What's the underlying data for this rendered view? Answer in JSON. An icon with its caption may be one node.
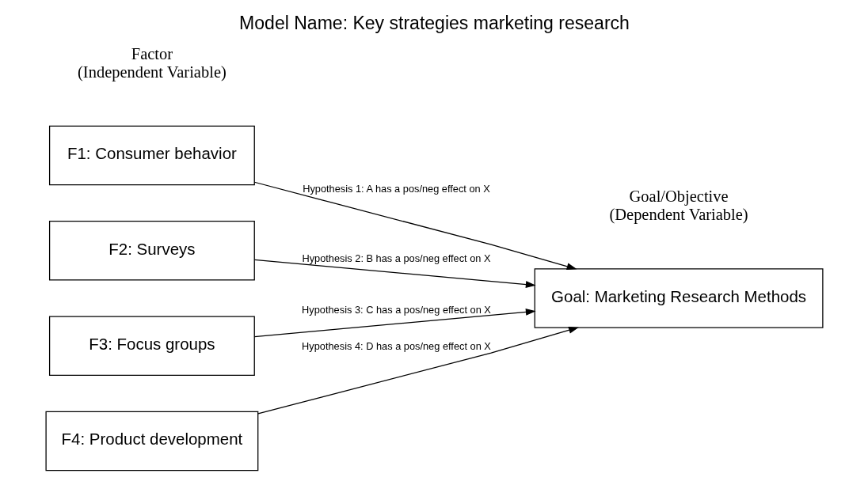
{
  "diagram": {
    "title": "Model Name: Key strategies marketing research",
    "nodes": [
      {
        "text": [
          "F1: Consumer behavior"
        ]
      },
      {
        "text": [
          "F2: Surveys"
        ]
      },
      {
        "text": [
          "F3: Focus groups"
        ]
      },
      {
        "text": [
          "F4: Product development"
        ]
      },
      {
        "text": [
          "Goal: Marketing Research Methods"
        ]
      }
    ],
    "edges": [
      {
        "from": 0,
        "to": 4,
        "arrow": "to",
        "label": "Hypothesis 1: A has a pos/neg effect on X"
      },
      {
        "from": 1,
        "to": 4,
        "arrow": "to",
        "label": "Hypothesis 2: B has a pos/neg effect on X"
      },
      {
        "from": 2,
        "to": 4,
        "arrow": "to",
        "label": "Hypothesis 3: C has a pos/neg effect on X"
      },
      {
        "from": 3,
        "to": 4,
        "arrow": "to",
        "label": "Hypothesis 4: D has a pos/neg effect on X"
      }
    ],
    "labels": [
      "Factor",
      "(Independent Variable)",
      "Goal/Objective",
      "(Dependent Variable)"
    ]
  }
}
